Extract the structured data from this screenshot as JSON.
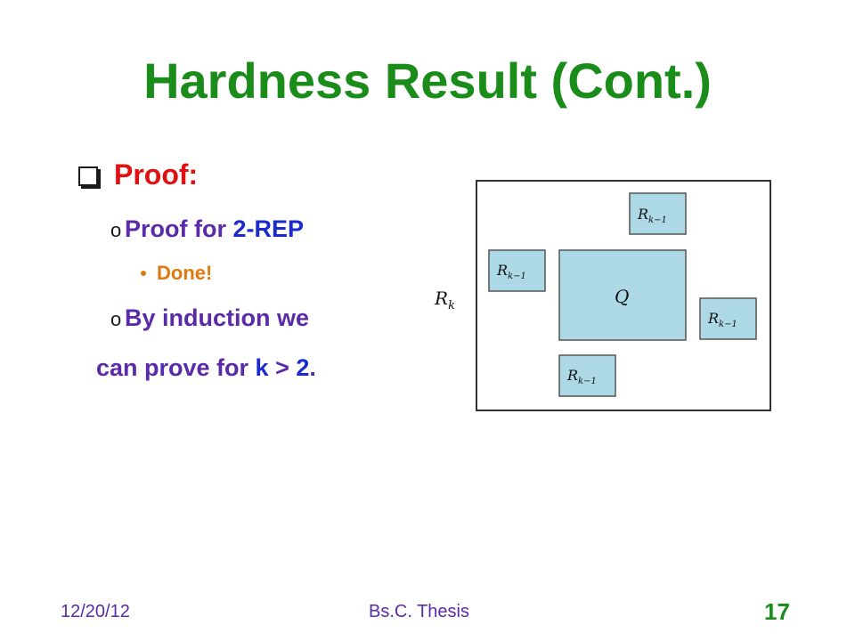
{
  "slide": {
    "title": "Hardness Result (Cont.)",
    "bullet1": {
      "label": "Proof:"
    },
    "bullet2": {
      "prefix": "Proof for ",
      "highlight": "2-REP"
    },
    "bullet3": {
      "label": "Done!"
    },
    "bullet4": {
      "line1": "By induction we",
      "line2_prefix": "can prove for ",
      "k": "k",
      "gt": " > ",
      "two": "2",
      "period": "."
    }
  },
  "diagram": {
    "outer_label": "R",
    "outer_sub": "k",
    "center_label": "Q",
    "small_label": "R",
    "small_sub": "k−1"
  },
  "footer": {
    "date": "12/20/12",
    "center": "Bs.C. Thesis",
    "page": "17"
  },
  "colors": {
    "title": "#1a8c1a",
    "proof": "#e01010",
    "text": "#5a2aa8",
    "highlight": "#1a2ad0",
    "done": "#e07a10",
    "box_fill": "#add8e6"
  }
}
